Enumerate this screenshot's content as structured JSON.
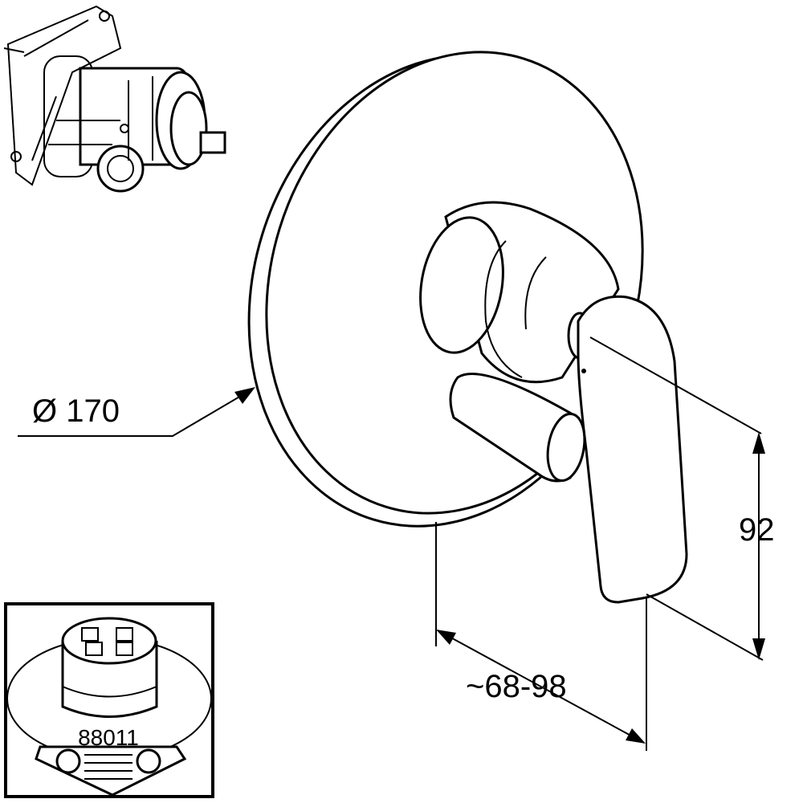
{
  "drawing": {
    "diameter_label": "Ø 170",
    "height_label": "92",
    "projection_label": "~68-98",
    "inset_part_number": "88011"
  },
  "colors": {
    "line": "#000000",
    "background": "#ffffff"
  }
}
